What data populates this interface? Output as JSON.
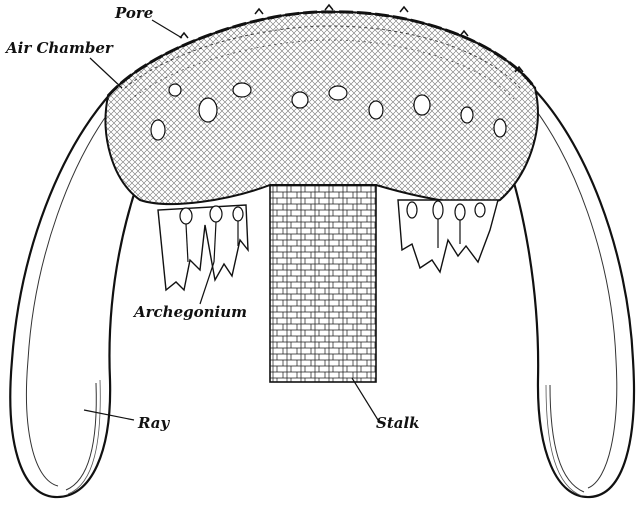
{
  "labels": {
    "pore": "Pore",
    "air_chamber": "Air Chamber",
    "archegonium": "Archegonium",
    "ray": "Ray",
    "stalk": "Stalk"
  },
  "colors": {
    "ink": "#111111",
    "background": "#ffffff"
  }
}
